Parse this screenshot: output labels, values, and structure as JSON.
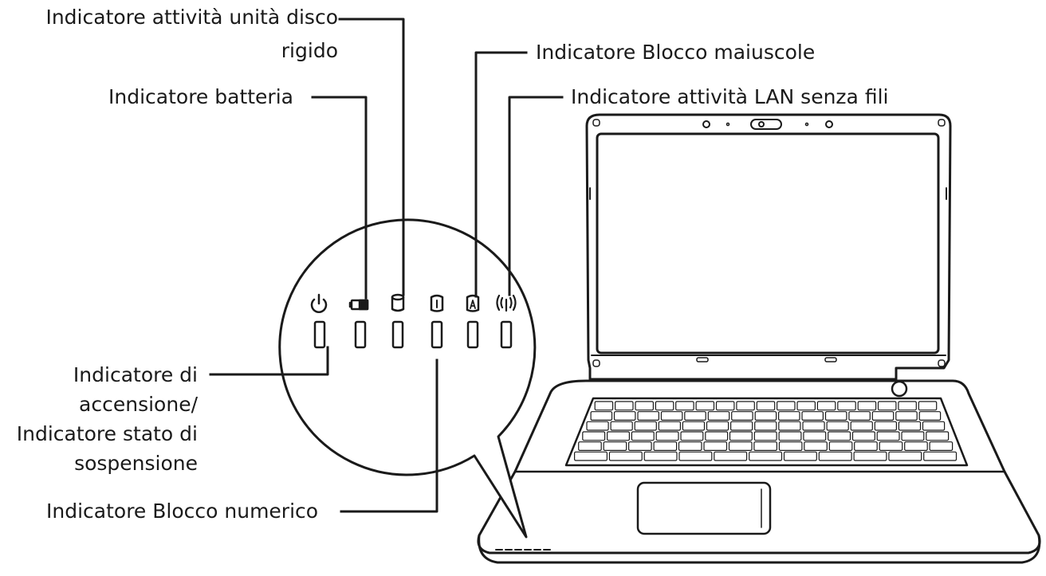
{
  "labels": {
    "hdd": [
      "Indicatore attività unità disco",
      "rigido"
    ],
    "battery": "Indicatore batteria",
    "caps": "Indicatore Blocco maiuscole",
    "wlan": "Indicatore attività LAN senza fili",
    "power": [
      "Indicatore di",
      "accensione/",
      "Indicatore stato di",
      "sospensione"
    ],
    "numlock": "Indicatore Blocco numerico"
  },
  "icons": [
    "power-icon",
    "battery-icon",
    "hard-disk-icon",
    "num-lock-icon",
    "caps-lock-icon",
    "wireless-lan-icon"
  ],
  "colors": {
    "line": "#1a1a1a",
    "background": "#ffffff"
  }
}
